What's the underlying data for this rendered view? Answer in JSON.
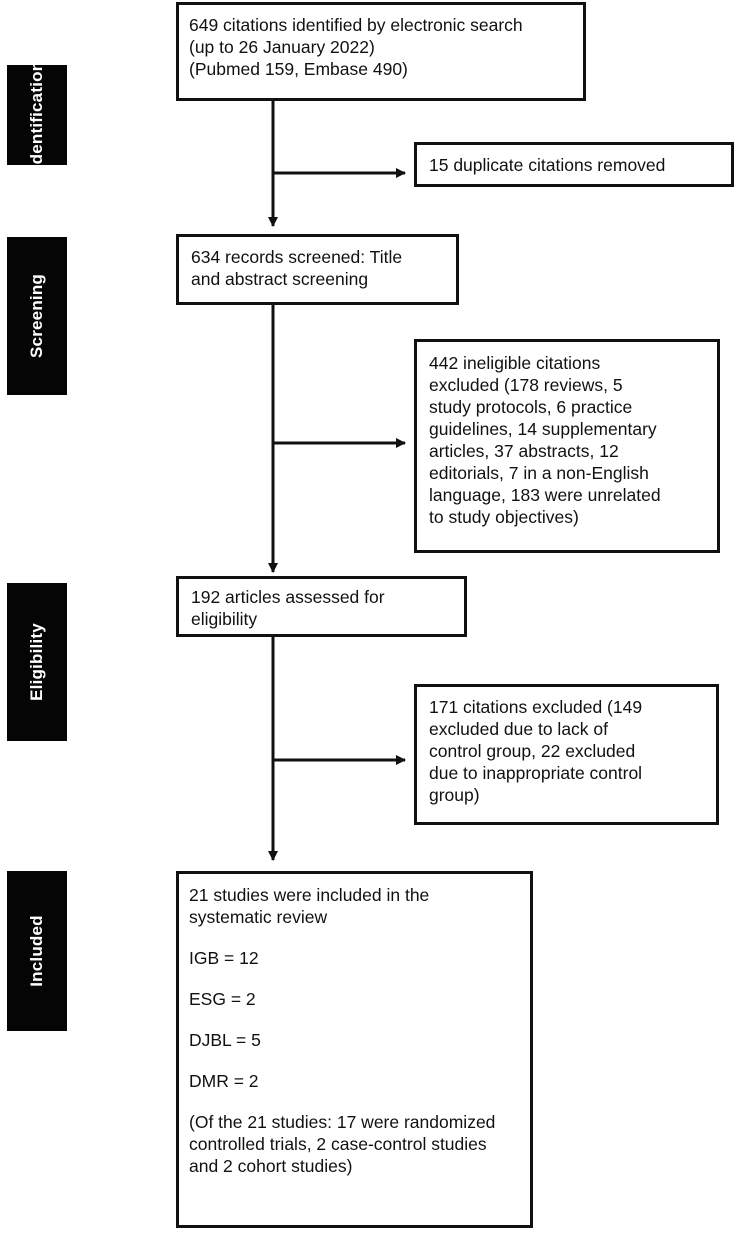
{
  "stages": [
    {
      "id": "identification",
      "label": "Identification"
    },
    {
      "id": "screening",
      "label": "Screening"
    },
    {
      "id": "eligibility",
      "label": "Eligibility"
    },
    {
      "id": "included",
      "label": "Included"
    }
  ],
  "boxes": {
    "identified": {
      "lines": [
        "649 citations identified by electronic search",
        "(up to 26 January 2022)",
        "(Pubmed 159, Embase 490)"
      ]
    },
    "duplicates": {
      "lines": [
        "15 duplicate citations removed"
      ]
    },
    "screened": {
      "lines": [
        "634 records screened: Title",
        "and abstract screening"
      ]
    },
    "ineligible": {
      "lines": [
        "442 ineligible citations",
        "excluded (178 reviews, 5",
        "study protocols, 6 practice",
        "guidelines, 14 supplementary",
        "articles, 37 abstracts, 12",
        "editorials, 7 in a non-English",
        "language, 183 were unrelated",
        "to study objectives)"
      ]
    },
    "assessed": {
      "lines": [
        "192 articles assessed for",
        "eligibility"
      ]
    },
    "excluded": {
      "lines": [
        "171 citations excluded (149",
        "excluded due to lack of",
        "control group, 22 excluded",
        "due to inappropriate control",
        "group)"
      ]
    },
    "included": {
      "intro": [
        "21 studies were included in the",
        "systematic review"
      ],
      "items": [
        "IGB = 12",
        "ESG = 2",
        "DJBL = 5",
        "DMR = 2"
      ],
      "note": [
        "(Of the 21 studies: 17 were randomized",
        "controlled trials, 2 case-control studies",
        "and 2 cohort studies)"
      ]
    }
  }
}
